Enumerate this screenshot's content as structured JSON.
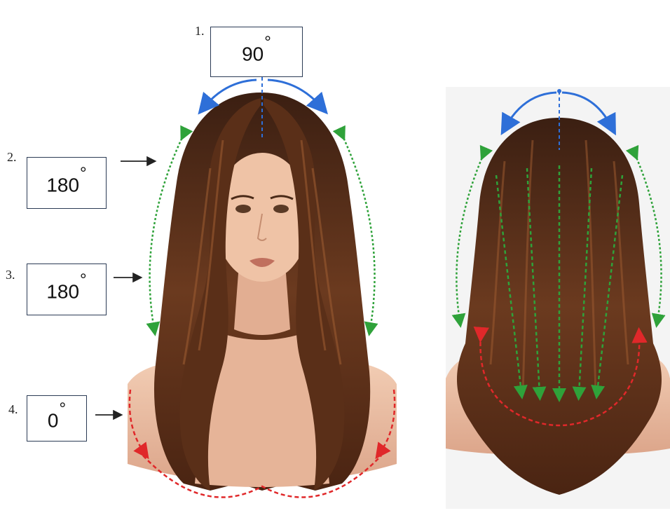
{
  "labels": [
    {
      "number": "1.",
      "angle": "90",
      "unit": "°"
    },
    {
      "number": "2.",
      "angle": "180",
      "unit": "°"
    },
    {
      "number": "3.",
      "angle": "180",
      "unit": "°"
    },
    {
      "number": "4.",
      "angle": "0",
      "unit": "°"
    }
  ],
  "colors": {
    "blue": "#2e6fd8",
    "green": "#2fa23a",
    "red": "#e0282a",
    "black_arrow": "#222222",
    "hair_dark": "#3b1f12",
    "hair_mid": "#6b3a1f",
    "skin": "#e8b99c"
  },
  "views": [
    "front-view",
    "back-view"
  ]
}
